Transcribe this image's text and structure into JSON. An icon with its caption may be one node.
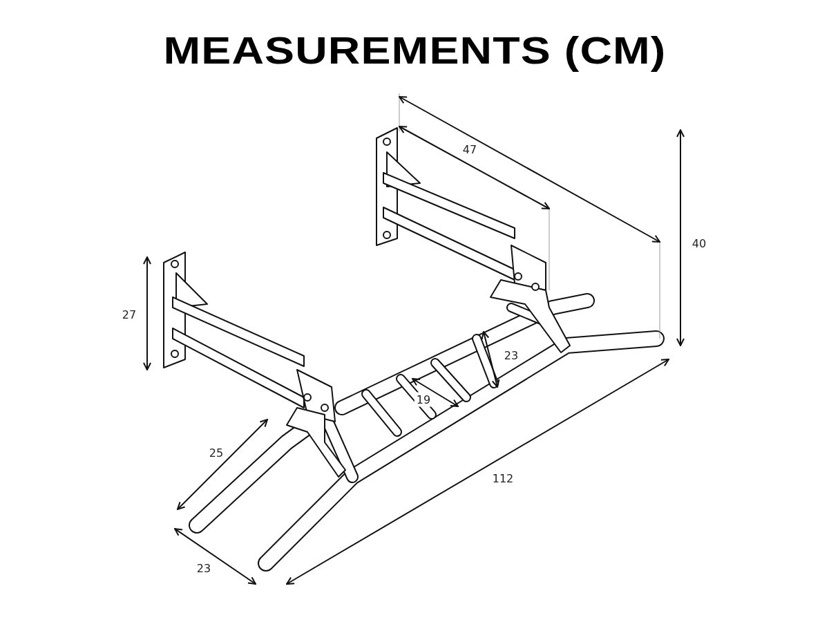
{
  "diagram": {
    "title": "**MEASUREMENTS** (CM)",
    "labels": [
      "47",
      "40",
      "27",
      "23",
      "19",
      "25",
      "112",
      "23"
    ]
  }
}
